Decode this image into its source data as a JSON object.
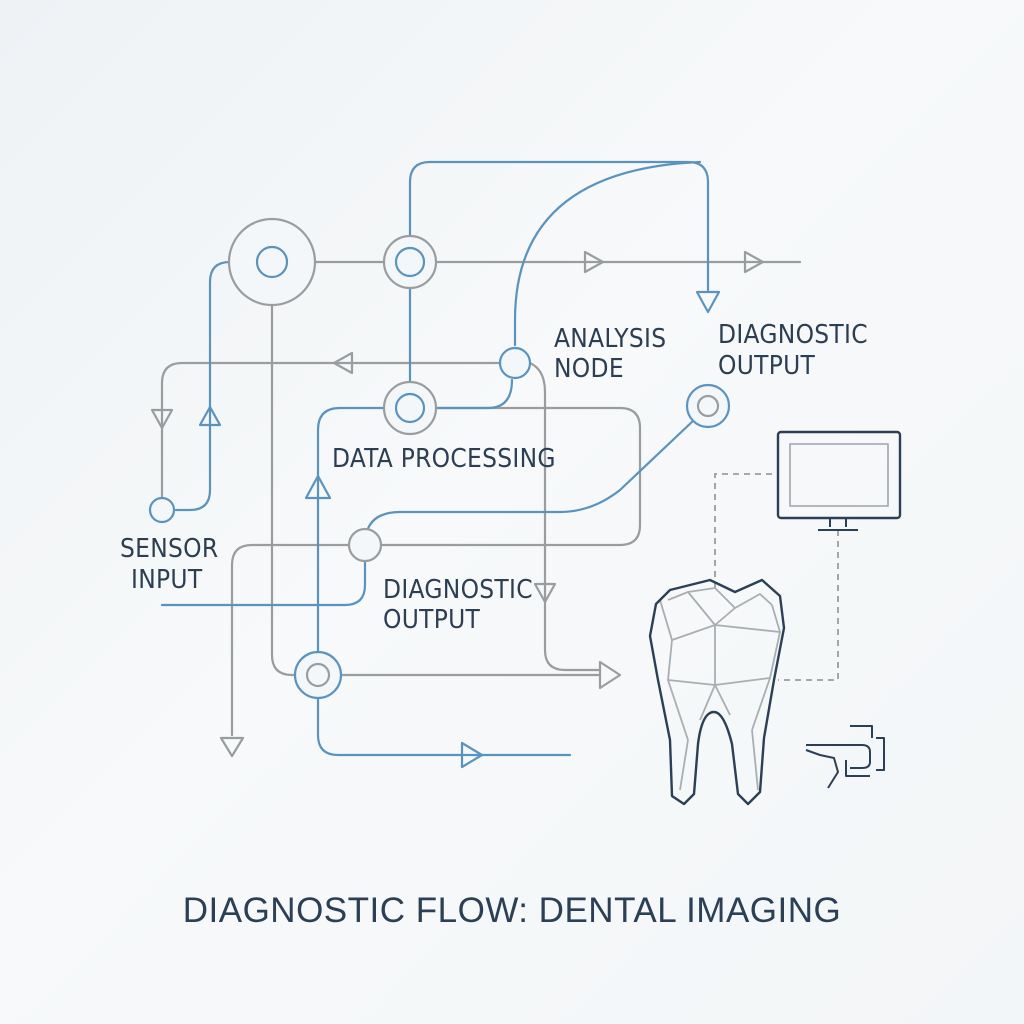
{
  "labels": {
    "analysis_node": [
      "ANALYSIS",
      "NODE"
    ],
    "diagnostic_output_top": [
      "DIAGNOSTIC",
      "OUTPUT"
    ],
    "data_processing": "DATA PROCESSING",
    "sensor_input": [
      "SENSOR",
      "INPUT"
    ],
    "diagnostic_output_bottom": [
      "DIAGNOSTIC",
      "OUTPUT"
    ]
  },
  "title": "DIAGNOSTIC FLOW: DENTAL IMAGING",
  "colors": {
    "blue_line": "#5b93bf",
    "gray_line": "#9a9d9f",
    "navy": "#2b3f57",
    "background": "#f3f6f8"
  },
  "icons": {
    "monitor": "monitor-icon",
    "tooth": "tooth-icon",
    "dental_tool": "dental-probe-icon"
  }
}
